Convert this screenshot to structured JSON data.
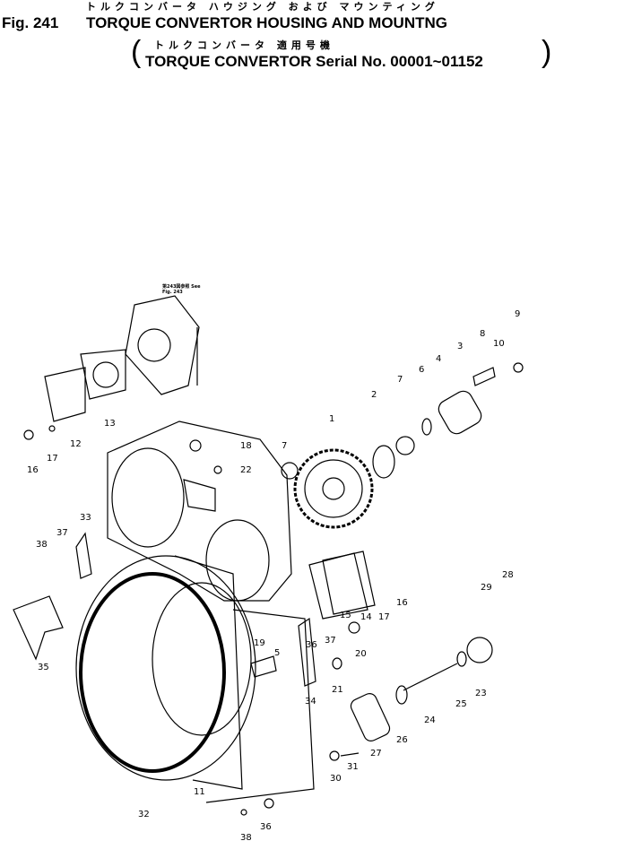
{
  "header": {
    "figure_label": "Fig. 241",
    "title_jp": "トルクコンバータ ハウジング および マウンティング",
    "title": "TORQUE CONVERTOR HOUSING AND MOUNTNG",
    "subtitle_jp": "トルクコンバータ 適用号機",
    "subtitle": "TORQUE CONVERTOR Serial No. 00001~01152"
  },
  "diagram": {
    "reference_note": "第243図参照 See Fig. 243",
    "callouts": [
      "1",
      "2",
      "3",
      "4",
      "5",
      "6",
      "7",
      "7",
      "8",
      "9",
      "10",
      "11",
      "12",
      "13",
      "14",
      "15",
      "16",
      "16",
      "17",
      "17",
      "18",
      "19",
      "20",
      "21",
      "22",
      "23",
      "24",
      "25",
      "26",
      "27",
      "28",
      "29",
      "30",
      "31",
      "32",
      "33",
      "34",
      "35",
      "36",
      "36",
      "37",
      "37",
      "38",
      "38"
    ]
  }
}
